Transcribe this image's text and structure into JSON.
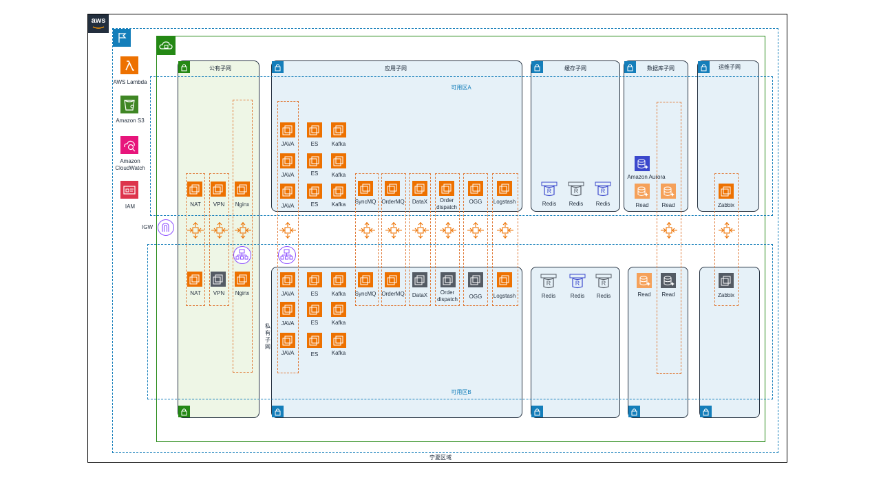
{
  "cloud": {
    "badge": "aws"
  },
  "region": {
    "label": "宁夏区域"
  },
  "availability_zones": {
    "a": "可用区A",
    "b": "可用区B"
  },
  "igw": {
    "label": "IGW"
  },
  "private_subnet_note": "私有子网",
  "services": [
    {
      "label": "AWS Lambda",
      "icon": "lambda-icon",
      "color": "#ed7100"
    },
    {
      "label": "Amazon S3",
      "icon": "s3-bucket-icon",
      "color": "#3f8624"
    },
    {
      "label": "Amazon\nCloudWatch",
      "icon": "cloudwatch-icon",
      "color": "#e7157b"
    },
    {
      "label": "IAM",
      "icon": "iam-icon",
      "color": "#dd344c"
    }
  ],
  "subnets": {
    "public": "公有子网",
    "app": "应用子网",
    "cache": "缓存子网",
    "db": "数据库子网",
    "ops": "运维子网"
  },
  "zone_a": {
    "public": [
      "NAT",
      "VPN",
      "Nginx"
    ],
    "app_rows": [
      [
        "JAVA",
        "ES",
        "Kafka"
      ],
      [
        "JAVA",
        "ES",
        "Kafka"
      ],
      [
        "JAVA",
        "ES",
        "Kafka"
      ]
    ],
    "app_mq": [
      "SyncMQ",
      "OrderMQ",
      "DataX",
      "Order\ndispatch",
      "OGG",
      "Logstash"
    ],
    "cache": [
      "Redis",
      "Redis",
      "Redis"
    ],
    "db_aurora": "Amazon Aurora",
    "db": [
      "Read",
      "Read"
    ],
    "ops": [
      "Zabbix"
    ]
  },
  "zone_b": {
    "public": [
      "NAT",
      "VPN",
      "Nginx"
    ],
    "app_rows": [
      [
        "JAVA",
        "ES",
        "Kafka"
      ],
      [
        "JAVA",
        "ES",
        "Kafka"
      ],
      [
        "JAVA",
        "ES",
        "Kafka"
      ]
    ],
    "app_mq": [
      "SyncMQ",
      "OrderMQ",
      "DataX",
      "Order\ndispatch",
      "OGG",
      "Logstash"
    ],
    "cache": [
      "Redis",
      "Redis",
      "Redis"
    ],
    "db": [
      "Read",
      "Read"
    ],
    "ops": [
      "Zabbix"
    ]
  },
  "colors": {
    "compute": "#ed7100",
    "compute_inactive": "#545b64",
    "group_border": "#e07b39",
    "az_border": "#147eba",
    "vpc_border": "#248814",
    "elb": "#8c4fff",
    "redis_active": "#3b48cc"
  }
}
